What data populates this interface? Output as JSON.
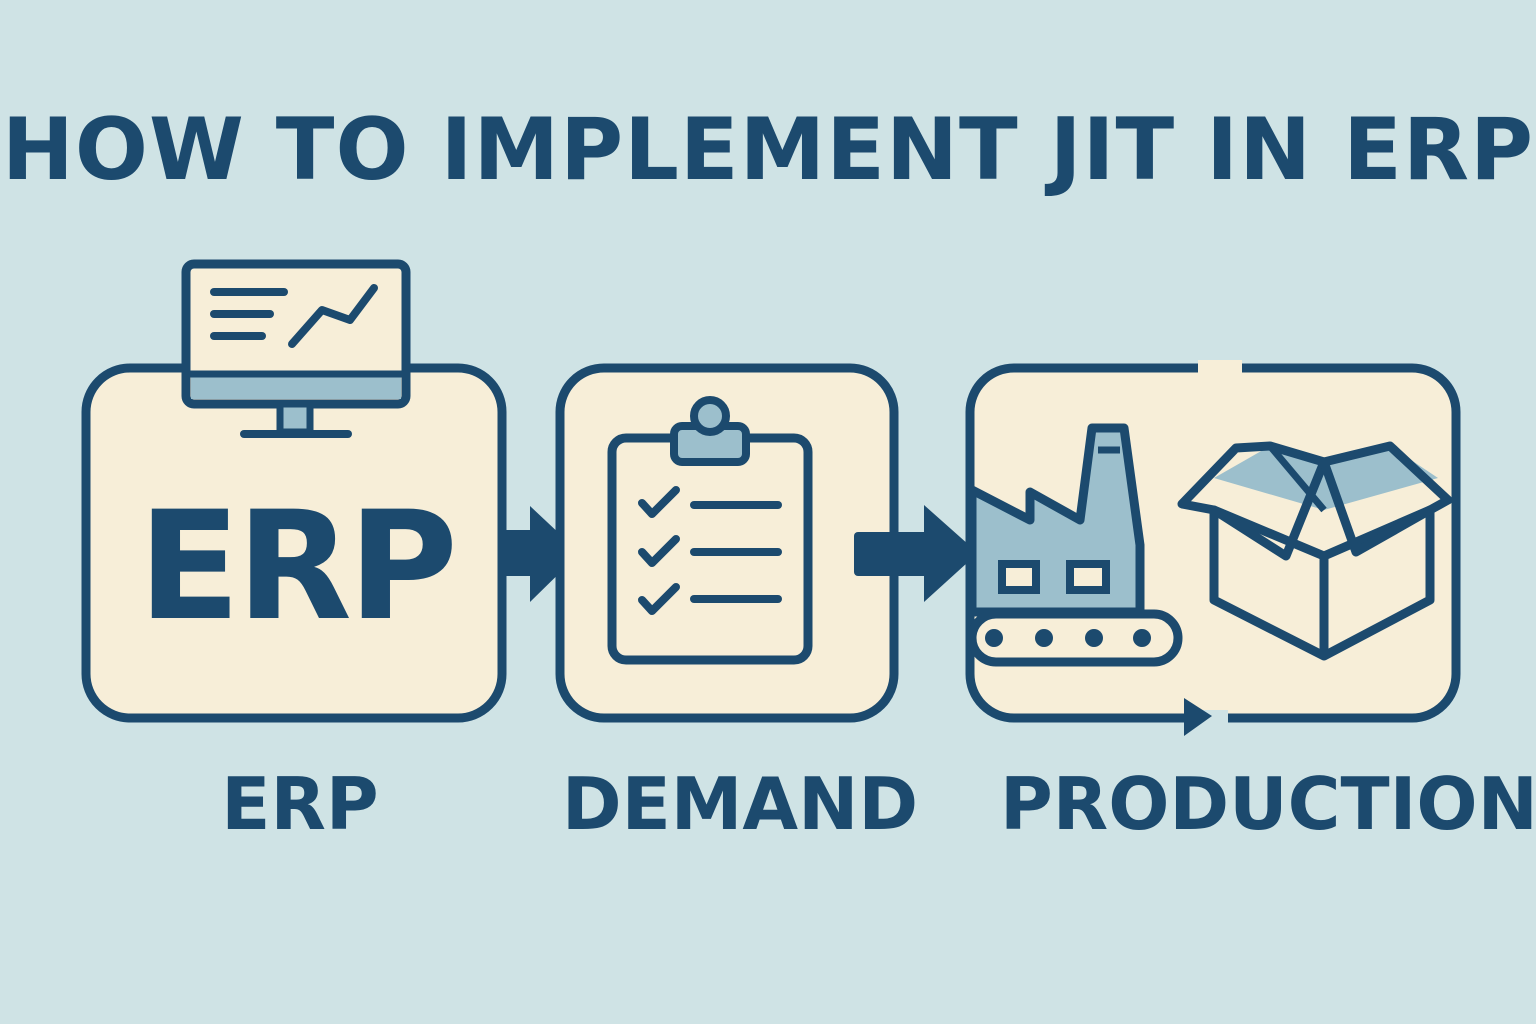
{
  "title": "HOW TO IMPLEMENT JIT IN ERP",
  "colors": {
    "background": "#cfe3e5",
    "navy": "#1c4a6e",
    "panel_fill": "#f7eed8",
    "accent_blue": "#9cbfcc"
  },
  "steps": [
    {
      "icon": "monitor-chart-icon",
      "panel_text": "ERP",
      "label": "ERP"
    },
    {
      "icon": "clipboard-checklist-icon",
      "label": "DEMAND"
    },
    {
      "icon": "factory-conveyor-icon",
      "icon2": "open-box-icon",
      "label": "PRODUCTION"
    }
  ]
}
